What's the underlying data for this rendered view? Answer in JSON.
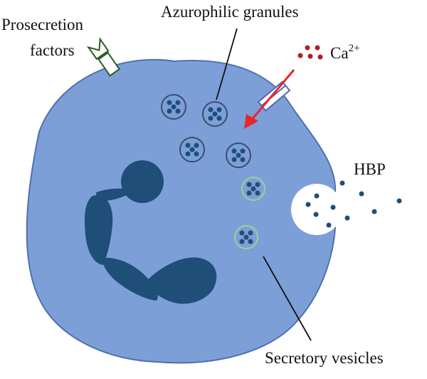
{
  "labels": {
    "prosecretion_line1": "Prosecretion",
    "prosecretion_line2": "factors",
    "azurophilic": "Azurophilic granules",
    "calcium_base": "Ca",
    "calcium_charge": "2+",
    "hbp": "HBP",
    "secretory": "Secretory vesicles"
  },
  "colors": {
    "cell_fill": "#7d9fd8",
    "cell_stroke": "#4f70b0",
    "nucleus": "#1f4e79",
    "granule_ring": "#3d4d6a",
    "vesicle_ring": "#9bd38c",
    "protein_dot": "#1f4e79",
    "calcium_dot": "#b21c24",
    "ca_arrow": "#e8262b",
    "channel_stroke": "#4a6ab8",
    "receptor_stroke": "#2d5a1e"
  },
  "icons": {
    "receptor": "receptor-icon",
    "channel": "calcium-channel-icon"
  }
}
